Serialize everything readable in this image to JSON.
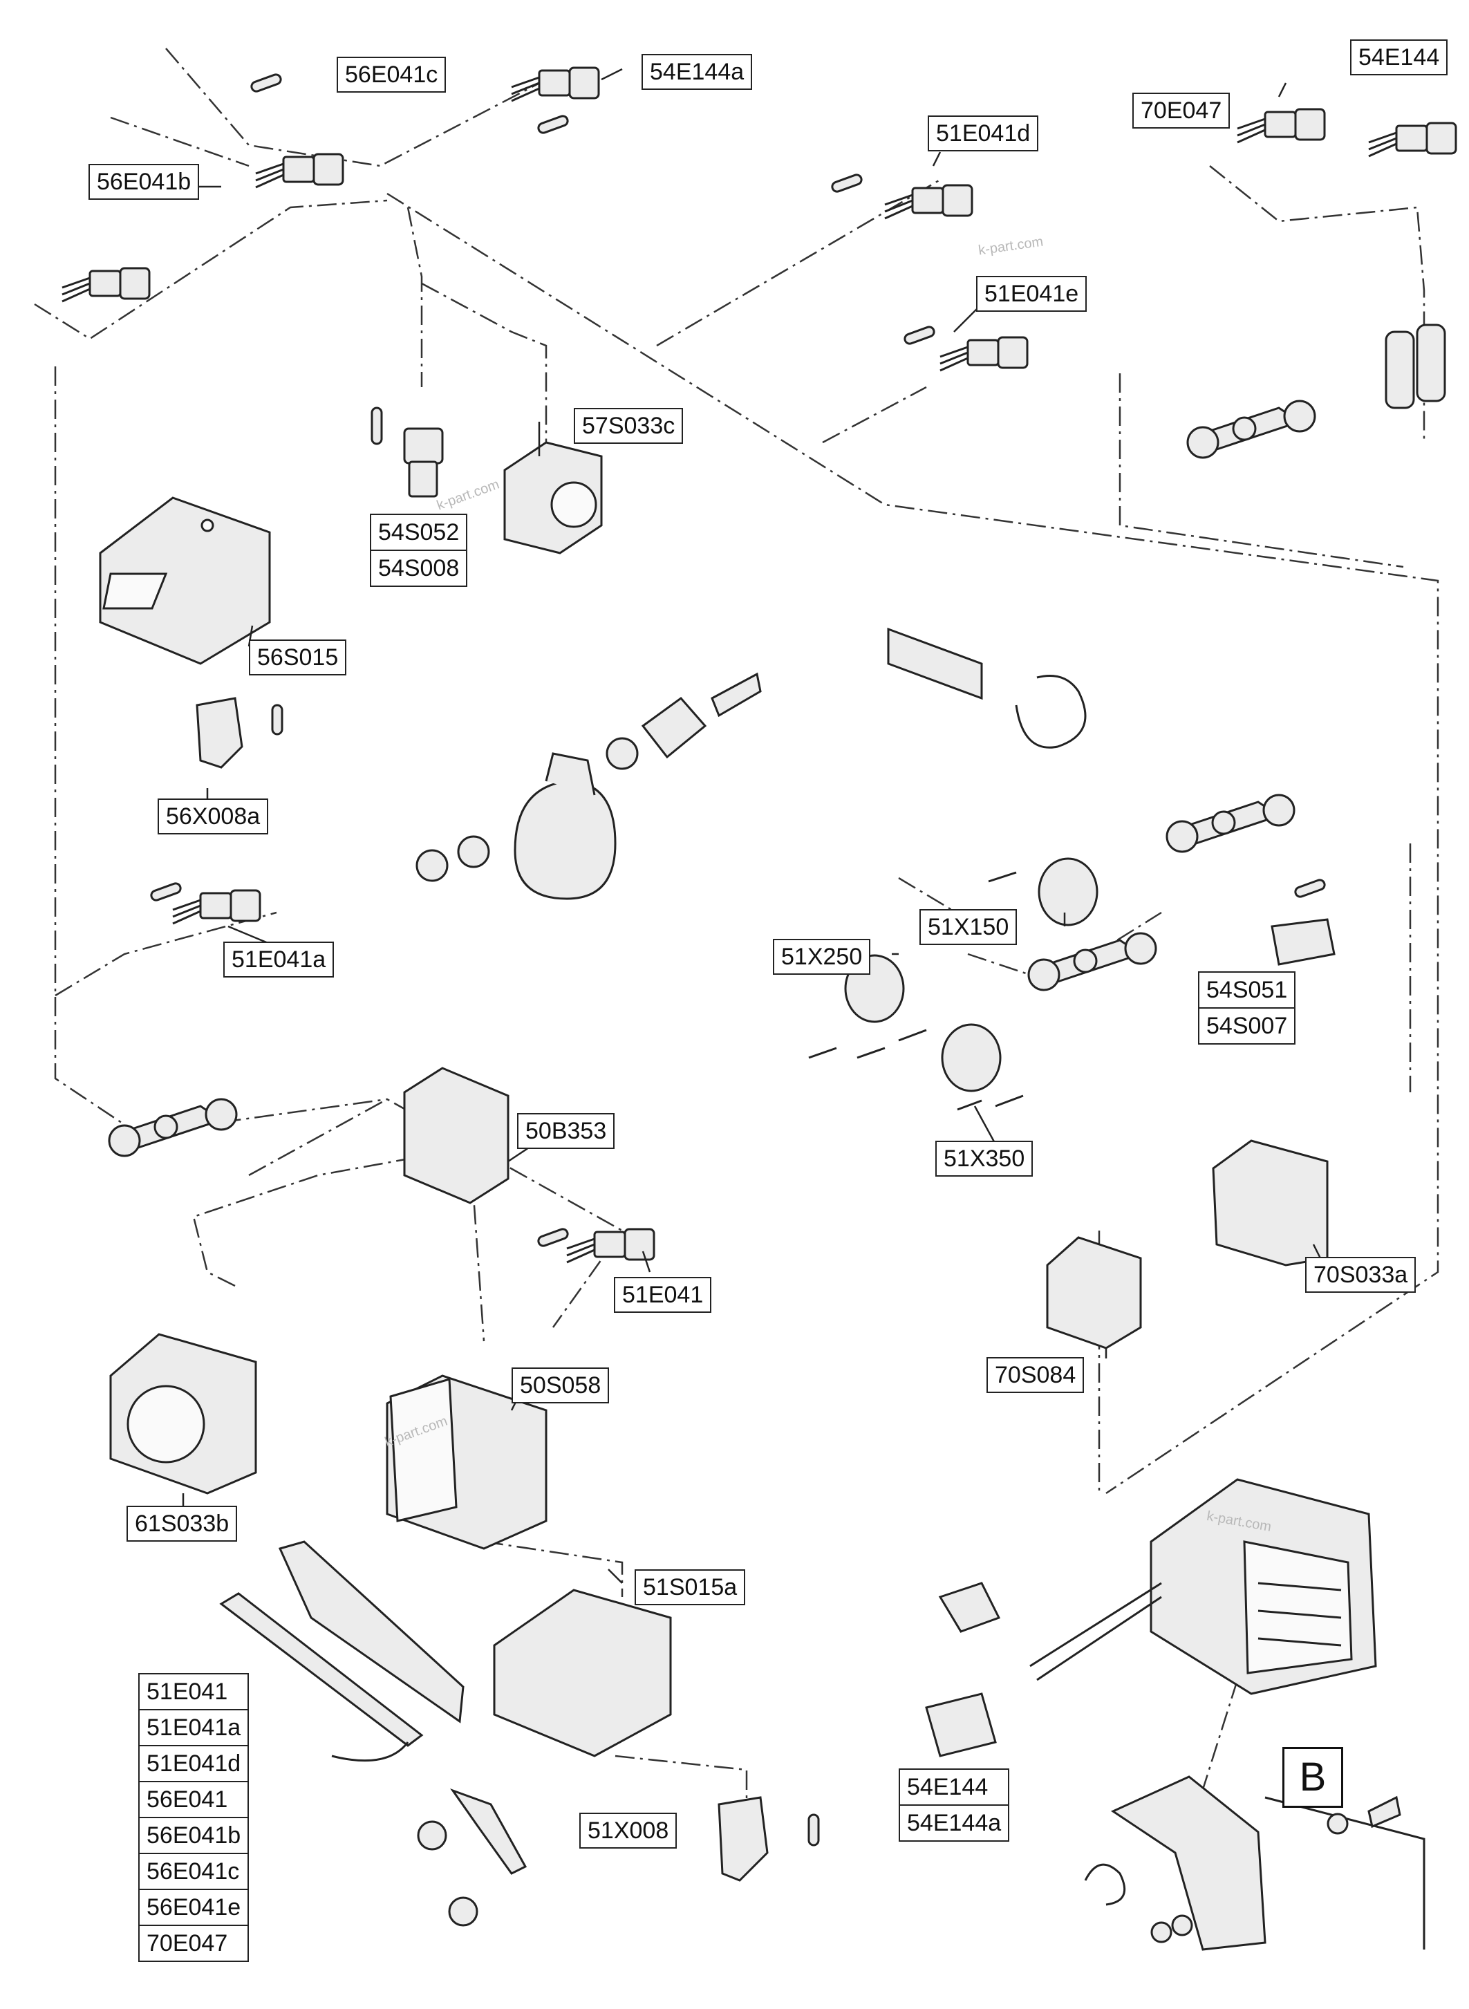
{
  "labels": {
    "l_56E041c": "56E041c",
    "l_54E144a": "54E144a",
    "l_54E144": "54E144",
    "l_70E047": "70E047",
    "l_56E041b": "56E041b",
    "l_51E041d": "51E041d",
    "l_51E041e": "51E041e",
    "l_57S033c": "57S033c",
    "l_56S015": "56S015",
    "l_56X008a": "56X008a",
    "l_51E041a": "51E041a",
    "l_51X150": "51X150",
    "l_51X250": "51X250",
    "l_51X350": "51X350",
    "l_50B353": "50B353",
    "l_51E041": "51E041",
    "l_50S058": "50S058",
    "l_61S033b": "61S033b",
    "l_51S015a": "51S015a",
    "l_51X008": "51X008",
    "l_70S033a": "70S033a",
    "l_70S084": "70S084"
  },
  "stacks": {
    "switch_54S052": [
      "54S052",
      "54S008"
    ],
    "switch_54S051": [
      "54S051",
      "54S007"
    ],
    "lamp_54E144": [
      "54E144",
      "54E144a"
    ],
    "lamp_list": [
      "51E041",
      "51E041a",
      "51E041d",
      "56E041",
      "56E041b",
      "56E041c",
      "56E041e",
      "70E047"
    ]
  },
  "view_marker": "B",
  "watermark": "k-part.com",
  "colors": {
    "line": "#222222",
    "part_fill": "#ececec",
    "label_border": "#222222"
  },
  "icons": [
    "connector-icon",
    "pin-icon",
    "switch-housing-icon",
    "splitter-icon",
    "beacon-lamp-icon",
    "light-bar-icon",
    "bracket-icon"
  ]
}
